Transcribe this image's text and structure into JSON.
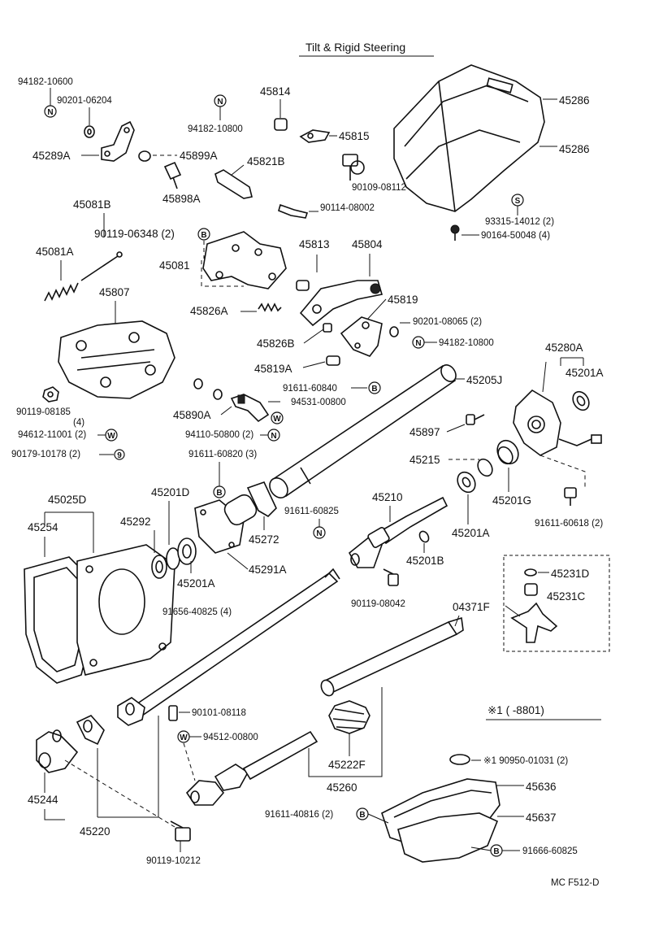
{
  "title": "Tilt &  Rigid Steering",
  "footer_code": "MC  F512-D",
  "variant_note": "※1 (     -8801)",
  "callouts": {
    "p94182_10600": "94182-10600",
    "p90201_06204": "90201-06204",
    "p45289A": "45289A",
    "p45814": "45814",
    "p94182_10800_a": "94182-10800",
    "p45815": "45815",
    "p45899A": "45899A",
    "p45821B": "45821B",
    "p90109_08112": "90109-08112",
    "p45898A": "45898A",
    "p90114_08002": "90114-08002",
    "p45081B": "45081B",
    "p90119_06348": "90119-06348 (2)",
    "p45081A": "45081A",
    "p45081": "45081",
    "p45813": "45813",
    "p45804": "45804",
    "p45807": "45807",
    "p45826A": "45826A",
    "p45819": "45819",
    "p90201_08065": "90201-08065 (2)",
    "p45826B": "45826B",
    "p94182_10800_b": "94182-10800",
    "p45819A": "45819A",
    "p91611_60840": "91611-60840",
    "p45205J": "45205J",
    "p90119_08185": "90119-08185",
    "p90119_08185_qty": "(4)",
    "p45890A": "45890A",
    "p94531_00800": "94531-00800",
    "p94612_11001": "94612-11001 (2)",
    "p94110_50800": "94110-50800 (2)",
    "p90179_10178": "90179-10178 (2)",
    "p91611_60820": "91611-60820 (3)",
    "p45286_a": "45286",
    "p45286_b": "45286",
    "p93315_14012": "93315-14012 (2)",
    "p90164_50048": "90164-50048 (4)",
    "p45280A": "45280A",
    "p45201A_a": "45201A",
    "p45897": "45897",
    "p45215": "45215",
    "p45201G": "45201G",
    "p91611_60618": "91611-60618 (2)",
    "p45025D": "45025D",
    "p45254": "45254",
    "p45201D": "45201D",
    "p45292": "45292",
    "p45201A_b": "45201A",
    "p91656_40825": "91656-40825 (4)",
    "p45291A": "45291A",
    "p45272": "45272",
    "p91611_60825": "91611-60825",
    "p45210": "45210",
    "p45201B": "45201B",
    "p45201A_c": "45201A",
    "p90119_08042": "90119-08042",
    "p04371F": "04371F",
    "p45231D": "45231D",
    "p45231C": "45231C",
    "p90101_08118": "90101-08118",
    "p94512_00800": "94512-00800",
    "p45244": "45244",
    "p45220": "45220",
    "p45222F": "45222F",
    "p45260": "45260",
    "p90119_10212": "90119-10212",
    "p91611_40816": "91611-40816 (2)",
    "p90950_01031": "※1 90950-01031 (2)",
    "p45636": "45636",
    "p45637": "45637",
    "p91666_60825": "91666-60825"
  },
  "symbols": {
    "n": "N",
    "b": "B",
    "w": "W",
    "s": "S",
    "nine": "9"
  }
}
